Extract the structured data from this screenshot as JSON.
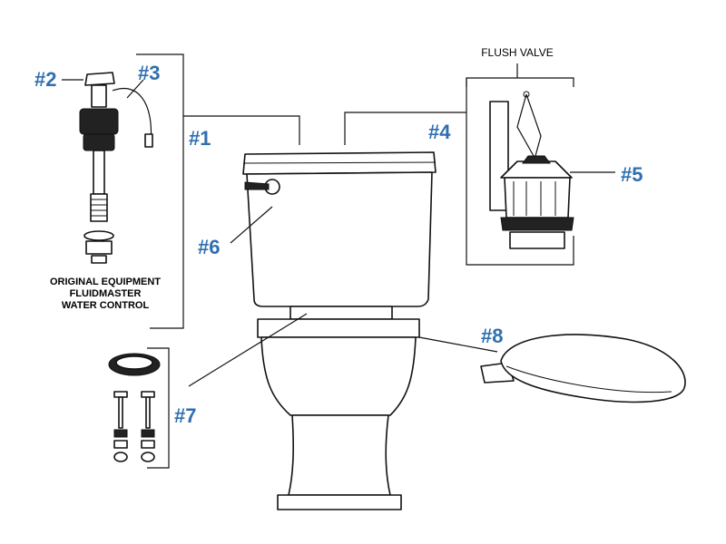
{
  "labels": {
    "p1": "#1",
    "p2": "#2",
    "p3": "#3",
    "p4": "#4",
    "p5": "#5",
    "p6": "#6",
    "p7": "#7",
    "p8": "#8"
  },
  "captions": {
    "flush_valve": "FLUSH VALVE",
    "fill_valve_line1": "ORIGINAL EQUIPMENT",
    "fill_valve_line2": "FLUIDMASTER",
    "fill_valve_line3": "WATER CONTROL"
  },
  "colors": {
    "label_blue": "#2f6fb0",
    "line": "#111111"
  }
}
